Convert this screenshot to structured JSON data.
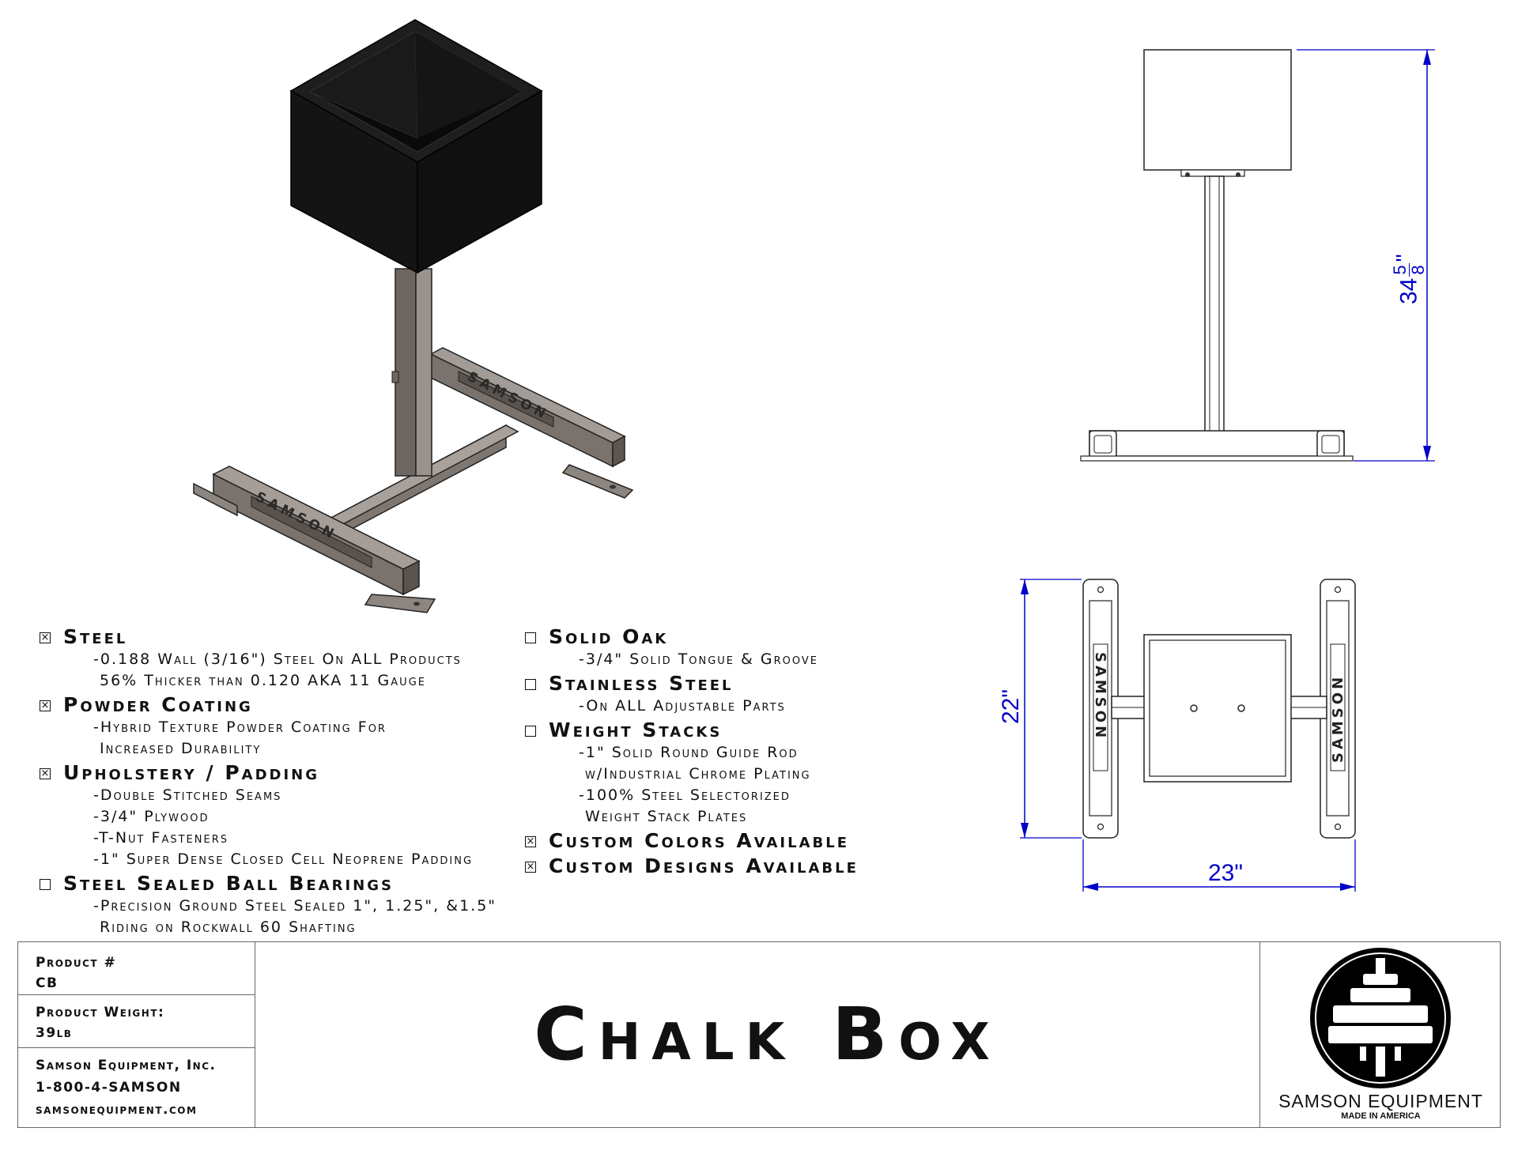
{
  "specs_left": [
    {
      "checked": true,
      "title": "Steel",
      "lines": [
        "-0.188 Wall (3/16\") Steel On ALL Products",
        "56% Thicker than 0.120 AKA 11 Gauge"
      ]
    },
    {
      "checked": true,
      "title": "Powder Coating",
      "lines": [
        "-Hybrid Texture Powder Coating For",
        "Increased Durability"
      ]
    },
    {
      "checked": true,
      "title": "Upholstery / Padding",
      "lines": [
        "-Double Stitched Seams",
        "-3/4\" Plywood",
        "-T-Nut Fasteners",
        "-1\" Super Dense Closed Cell Neoprene Padding"
      ]
    },
    {
      "checked": false,
      "title": "Steel Sealed Ball Bearings",
      "lines": [
        "-Precision Ground Steel Sealed 1\", 1.25\", &1.5\"",
        "Riding on Rockwall 60 Shafting"
      ]
    }
  ],
  "specs_right": [
    {
      "checked": false,
      "title": "Solid Oak",
      "lines": [
        "-3/4\" Solid Tongue & Groove"
      ]
    },
    {
      "checked": false,
      "title": "Stainless Steel",
      "lines": [
        "-On ALL Adjustable Parts"
      ]
    },
    {
      "checked": false,
      "title": "Weight Stacks",
      "lines": [
        "-1\" Solid Round Guide Rod",
        "w/Industrial Chrome Plating",
        "-100% Steel Selectorized",
        "Weight Stack Plates"
      ]
    },
    {
      "checked": true,
      "title": "Custom Colors Available",
      "lines": []
    },
    {
      "checked": true,
      "title": "Custom Designs Available",
      "lines": []
    }
  ],
  "checkbox_symbols": {
    "checked": "☒",
    "unchecked": "☐"
  },
  "title_block": {
    "product_number_label": "Product #",
    "product_number": "CB",
    "weight_label": "Product Weight:",
    "weight": "39lb",
    "company": "Samson Equipment, Inc.",
    "phone": "1-800-4-SAMSON",
    "website": "samsonequipment.com",
    "product_name": "Chalk Box",
    "logo_name": "SAMSON EQUIPMENT",
    "logo_tagline": "MADE IN AMERICA"
  },
  "drawing": {
    "height_dim_whole": "34",
    "height_dim_num": "5",
    "height_dim_den": "8",
    "height_dim_unit": "\"",
    "depth_dim": "22\"",
    "width_dim": "23\"",
    "base_stamp": "SAMSON",
    "dim_color": "#0000c8",
    "box_color": "#141414",
    "steel_color": "#8a827c"
  }
}
